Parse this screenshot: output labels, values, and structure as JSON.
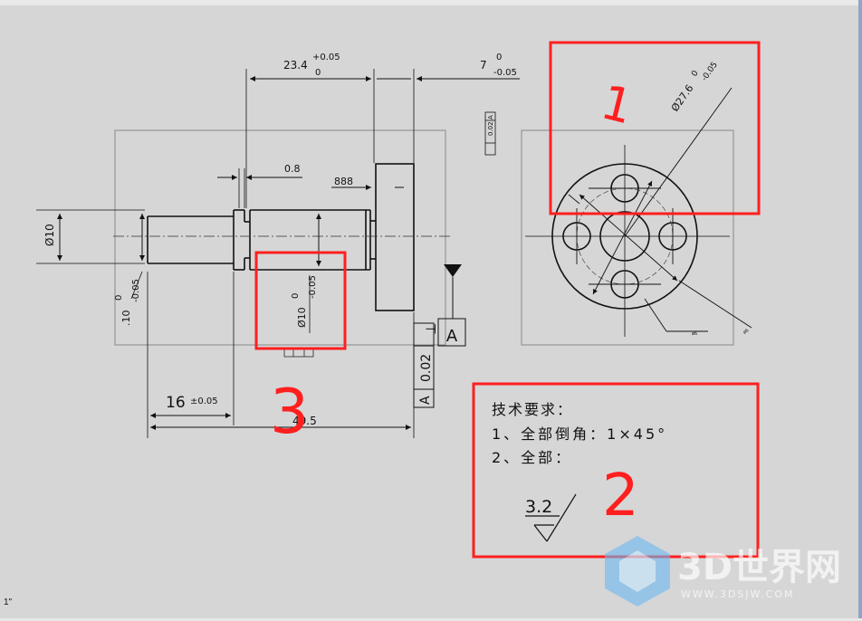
{
  "drawing": {
    "dim_top_length": "23.4",
    "dim_top_tol_upper": "+0.05",
    "dim_top_tol_lower": "0",
    "dim_flange_thk": "7",
    "dim_flange_tol_upper": "0",
    "dim_flange_tol_lower": "-0.05",
    "dim_groove": "0.8",
    "dim_888": "888",
    "dim_dia10_left": "Ø10",
    "dim_left_tol_a": "0",
    "dim_left_tol_b": "-0.05",
    "dim_left_tol_c": ".10",
    "dim_center_dia": "Ø10",
    "dim_center_tol_upper": "0",
    "dim_center_tol_lower": "-0.05",
    "dim_16": "16",
    "dim_16_tol": "±0.05",
    "dim_49_5": "49.5",
    "gdt_small_value": "0.02",
    "gdt_small_datum": "A",
    "gdt_value": "0.02",
    "gdt_datum": "A",
    "gdt_symbol": "⊥",
    "datum_label": "A",
    "dim_pcd": "Ø27.6",
    "dim_pcd_tol_upper": "0",
    "dim_pcd_tol_lower": "-0.05",
    "tiny_label": "ø6",
    "tiny_label2": "ø6"
  },
  "requirements": {
    "title": "技术要求：",
    "line1": "1、全部倒角：1×45°",
    "line2": "2、全部：",
    "roughness": "3.2"
  },
  "annotations": {
    "mark1": "1",
    "mark2": "2",
    "mark3": "3"
  },
  "watermark": {
    "brand": "3D世界网",
    "url": "WWW.3DSJW.COM"
  },
  "status": {
    "corner": "1\""
  },
  "colors": {
    "background": "#d6d6d6",
    "annotation_red": "#ff1f1f",
    "line": "#111111",
    "watermark_blue": "#56a8e8"
  }
}
